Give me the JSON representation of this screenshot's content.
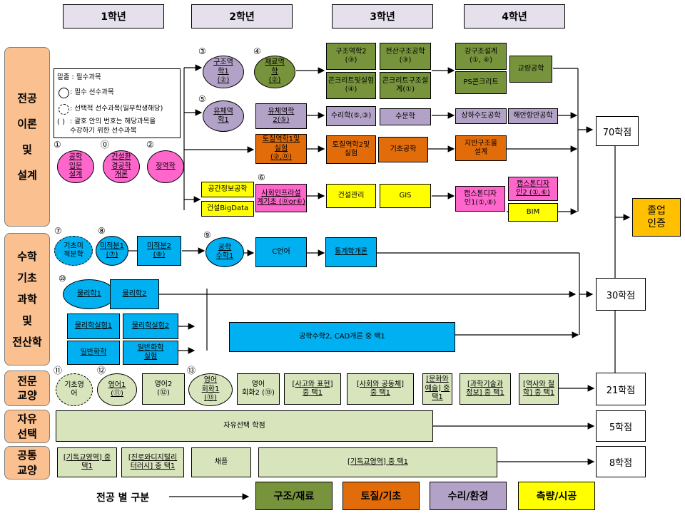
{
  "years": [
    "1학년",
    "2학년",
    "3학년",
    "4학년"
  ],
  "categories": {
    "major": "전공\n이론\n및\n설계",
    "math": "수학\n기초\n과학\n및\n전산학",
    "specialized": "전문\n교양",
    "free": "자유\n선택",
    "common": "공통\n교양"
  },
  "legend": {
    "underline": "밑줄 : 필수과목",
    "circle": ": 필수 선수과목",
    "dashed": ": 선택적 선수과목(일부학생해당)",
    "paren_line1": ": 괄호 안의 번호는 해당과목을",
    "paren_line2": "수강하기 위한 선수과목",
    "paren_symbol": "(  )"
  },
  "markers": {
    "m1": "①",
    "m0": "⓪",
    "m2": "②",
    "m3": "③",
    "m4": "④",
    "m5": "⑤",
    "m6": "⑥",
    "m7": "⑦",
    "m8": "⑧",
    "m9": "⑨",
    "m10": "⑩",
    "m11": "⑪",
    "m12": "⑫",
    "m13": "⑬"
  },
  "courses": {
    "c_intro_design": "공학\n입문\n설계",
    "c_const_env": "건설환\n경공학\n개론",
    "c_statics": "정역학",
    "c_struct1": "구조역\n학1\n(②)",
    "c_material": "재료역\n학\n(②)",
    "c_fluid": "유체역\n학1",
    "c_fluid2": "유체역학\n2(⑤)",
    "c_soil1": "토질역학1및\n실험\n(②,⓪)",
    "c_spatial": "공간정보공학",
    "c_bigdata": "건설BigData",
    "c_infra": "사회인프라설\n계기초  (⓪or⑥)",
    "c_struct2": "구조역학2\n(③)",
    "c_comp_struct": "전산구조공학\n(③)",
    "c_concrete_lab": "콘크리트및실험\n(④)",
    "c_concrete_design": "콘크리트구조설\n계(①)",
    "c_hydraulics": "수리학(⑤,③)",
    "c_hydrology": "수문학",
    "c_soil2": "토질역학2및\n실험",
    "c_foundation": "기초공학",
    "c_const_mgmt": "건설관리",
    "c_gis": "GIS",
    "c_steel": "강구조설계\n(①, ④)",
    "c_bridge": "교량공학",
    "c_psc": "PS콘크리트",
    "c_water": "상하수도공학",
    "c_coastal": "해안항만공학",
    "c_underground": "지반구조물\n설계",
    "c_capstone1": "캡스톤디자\n인1(①,⑥)",
    "c_capstone2": "캡스톤디자\n인2 (①,⑥)",
    "c_bim": "BIM",
    "c_basic_calc": "기초미\n적분학",
    "c_calc1": "미적분1\n(⑦)",
    "c_calc2": "미적분2\n(⑧)",
    "c_eng_math1": "공학\n수학1",
    "c_clang": "C언어",
    "c_stats": "통계학개론",
    "c_physics1": "물리학1",
    "c_physics2": "물리학2",
    "c_physlab1": "물리학실험1",
    "c_physlab2": "물리학실험2",
    "c_chem": "일반화학",
    "c_chemlab": "일반화학\n실험",
    "c_math2_cad": "공학수학2, CAD개론 중 택1",
    "c_basic_eng": "기초영\n어",
    "c_eng1": "영어1\n(⑪)",
    "c_eng2": "영어2\n(⑫)",
    "c_eng_conv": "영어\n회화1\n(⑬)",
    "c_eng_conv2": "영어\n회화2 (⑬)",
    "c_think": "[사고와 표현]\n중 택1",
    "c_society": "[사회와 공동체]\n중 택1",
    "c_culture": "[문화와\n예술] 중\n택1",
    "c_science": "[과학기술과\n정보] 중 택1",
    "c_history": "[역사와 철\n학] 중 택1",
    "c_free": "자유선택 학점",
    "c_christian1": "[기독교영역] 중\n택1",
    "c_career": "[진로와디지털리\n터러시] 중 택1",
    "c_chapel": "채플",
    "c_christian2": "[기독교영역] 중 택1"
  },
  "credits": {
    "major": "70학점",
    "math": "30학점",
    "specialized": "21학점",
    "free": "5학점",
    "common": "8학점",
    "graduation": "졸업\n인증"
  },
  "tracks": {
    "label": "전공 별 구분",
    "items": [
      {
        "label": "구조/재료",
        "color": "#77933c"
      },
      {
        "label": "토질/기초",
        "color": "#e36c0a"
      },
      {
        "label": "수리/환경",
        "color": "#b3a2c7"
      },
      {
        "label": "측량/시공",
        "color": "#ffff00"
      }
    ]
  }
}
